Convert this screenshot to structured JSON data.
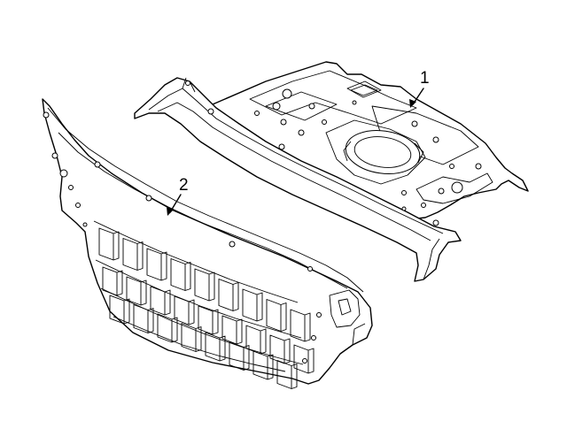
{
  "callouts": [
    {
      "id": "part-1",
      "label": "1"
    },
    {
      "id": "part-2",
      "label": "2"
    }
  ]
}
